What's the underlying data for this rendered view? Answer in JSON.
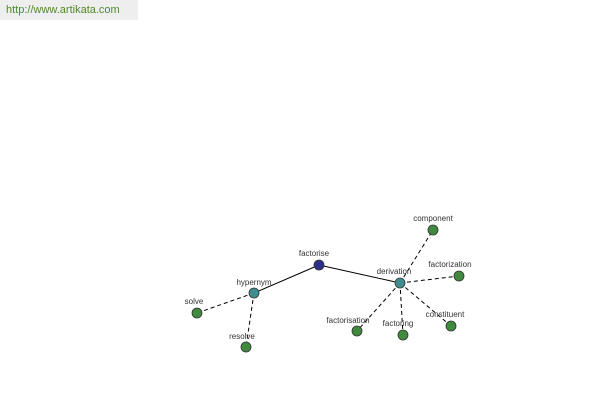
{
  "site": {
    "url_text": "http://www.artikata.com"
  },
  "colors": {
    "root": "#2f2f8a",
    "relation": "#3e8e8e",
    "leaf": "#3f8a3f",
    "banner_text": "#4f8a2a"
  },
  "graph": {
    "root": "factorise",
    "relations": [
      {
        "label": "hypernym",
        "terms": [
          "solve",
          "resolve"
        ]
      },
      {
        "label": "derivation",
        "terms": [
          "component",
          "factorization",
          "constituent",
          "factoring",
          "factorisation"
        ]
      }
    ]
  }
}
